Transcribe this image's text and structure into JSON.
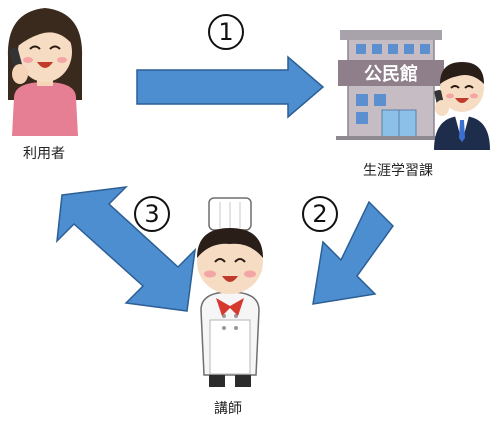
{
  "actors": {
    "user": {
      "label": "利用者",
      "icon": "woman-on-phone-icon"
    },
    "lifelong_learning": {
      "label": "生涯学習課",
      "building_sign": "公民館",
      "icon": "community-center-icon"
    },
    "instructor": {
      "label": "講師",
      "icon": "chef-instructor-icon"
    }
  },
  "steps": [
    {
      "number": "1",
      "from": "user",
      "to": "lifelong_learning"
    },
    {
      "number": "2",
      "from": "lifelong_learning",
      "to": "instructor"
    },
    {
      "number": "3",
      "from": "instructor",
      "to": "user",
      "bidirectional": true
    }
  ],
  "colors": {
    "arrow_fill": "#4d8ed0",
    "arrow_stroke": "#2c5f95"
  }
}
